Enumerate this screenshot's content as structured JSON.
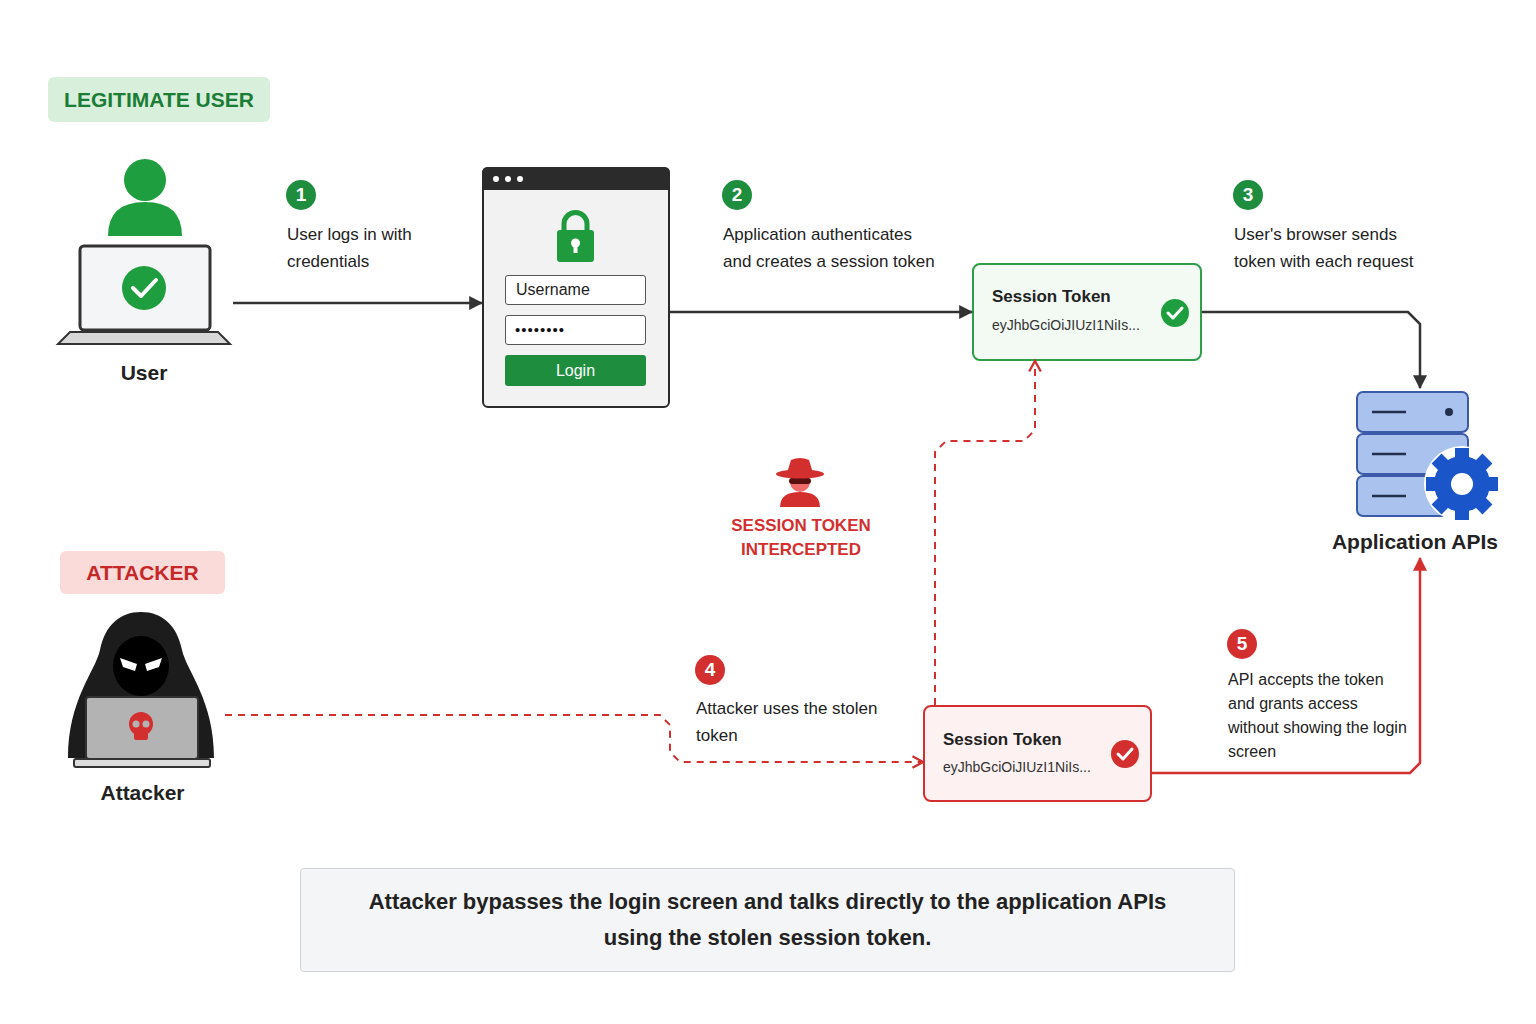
{
  "diagram": {
    "caption": "Attacker bypasses the login screen and talks directly to the application APIs using the stolen session token.",
    "nodes": [
      {
        "text": [
          "User"
        ]
      },
      {
        "text": [
          "Username",
          "••••••••",
          "Login"
        ]
      },
      {
        "text": [
          "Session Token",
          "eyJhbGciOiJIUzI1NiIs..."
        ]
      },
      {
        "text": [
          "Application APIs"
        ]
      },
      {
        "text": [
          "Attacker"
        ]
      },
      {
        "text": [
          "Session Token",
          "eyJhbGciOiJIUzI1NiIs..."
        ]
      }
    ],
    "edges": [
      {
        "from": 0,
        "to": 1,
        "arrow": "to",
        "label": "User logs in with credentials"
      },
      {
        "from": 1,
        "to": 2,
        "arrow": "to",
        "label": "Application authenticates and creates a session token"
      },
      {
        "from": 2,
        "to": 3,
        "arrow": "to",
        "label": "User's browser sends token with each request"
      },
      {
        "from": 4,
        "to": 5,
        "arrow": "to",
        "label": "Attacker uses the stolen token"
      },
      {
        "from": 5,
        "to": 2,
        "arrow": "to",
        "label": "SESSION TOKEN INTERCEPTED"
      },
      {
        "from": 5,
        "to": 3,
        "arrow": "to",
        "label": "API accepts the token and grants access without showing the login screen"
      }
    ],
    "labels": [
      "LEGITIMATE USER",
      "1",
      "2",
      "3",
      "ATTACKER",
      "4",
      "5"
    ]
  }
}
